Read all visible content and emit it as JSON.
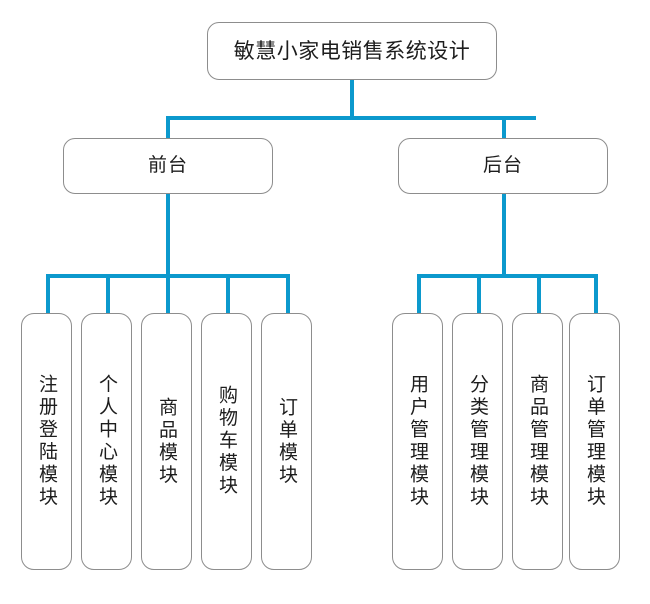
{
  "diagram": {
    "title": "敏慧小家电销售系统设计",
    "accent_color": "#0c99cd",
    "box_border_color": "#8d8d8d",
    "background_color": "#ffffff",
    "root": {
      "label": "敏慧小家电销售系统设计"
    },
    "branches": [
      {
        "label": "前台",
        "children": [
          {
            "label": "注册登陆模块"
          },
          {
            "label": "个人中心模块"
          },
          {
            "label": "商品模块"
          },
          {
            "label": "购物车模块"
          },
          {
            "label": "订单模块"
          }
        ]
      },
      {
        "label": "后台",
        "children": [
          {
            "label": "用户管理模块"
          },
          {
            "label": "分类管理模块"
          },
          {
            "label": "商品管理模块"
          },
          {
            "label": "订单管理模块"
          }
        ]
      }
    ]
  }
}
